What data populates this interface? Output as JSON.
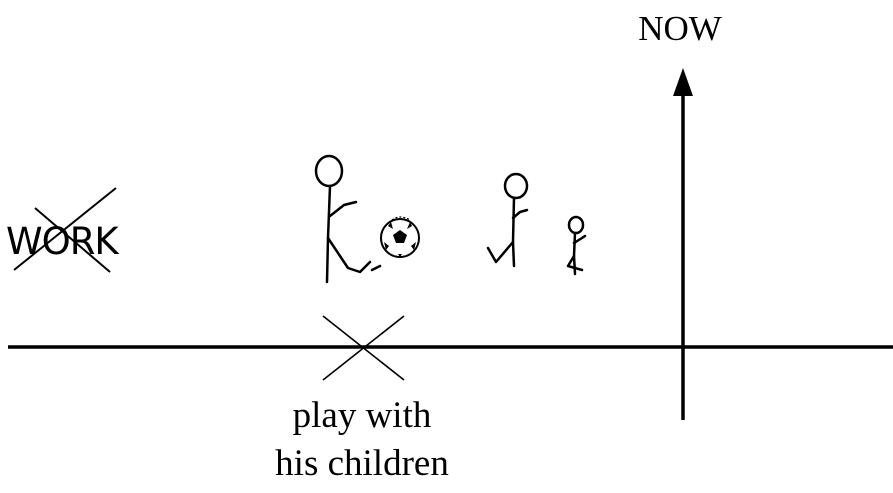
{
  "now_label": "NOW",
  "work_label": "WORK",
  "event_label": {
    "line1": "play with",
    "line2": "his children"
  },
  "colors": {
    "ink": "#000000",
    "background": "#ffffff"
  }
}
